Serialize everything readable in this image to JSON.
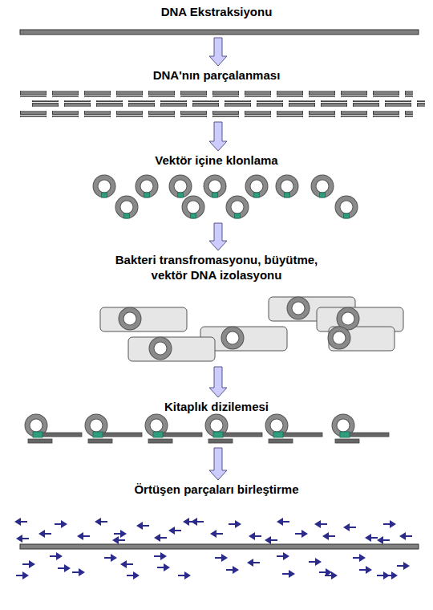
{
  "diagram": {
    "nodes": [
      {
        "text": [
          "DNA Ekstraksiyonu"
        ]
      },
      {
        "text": [
          "DNA'nın parçalanması"
        ]
      },
      {
        "text": [
          "Vektör içine klonlama"
        ]
      },
      {
        "text": [
          "Bakteri transfromasyonu, büyütme, vektör DNA izolasyonu"
        ]
      },
      {
        "text": [
          "Kitaplık dizilemesi"
        ]
      },
      {
        "text": [
          "Örtüşen parçaları birleştirme"
        ]
      }
    ],
    "edges": [
      {
        "from": 0,
        "to": 1,
        "arrow": "to"
      },
      {
        "from": 1,
        "to": 2,
        "arrow": "to"
      },
      {
        "from": 2,
        "to": 3,
        "arrow": "to"
      },
      {
        "from": 3,
        "to": 4,
        "arrow": "to"
      },
      {
        "from": 4,
        "to": 5,
        "arrow": "to"
      }
    ]
  }
}
